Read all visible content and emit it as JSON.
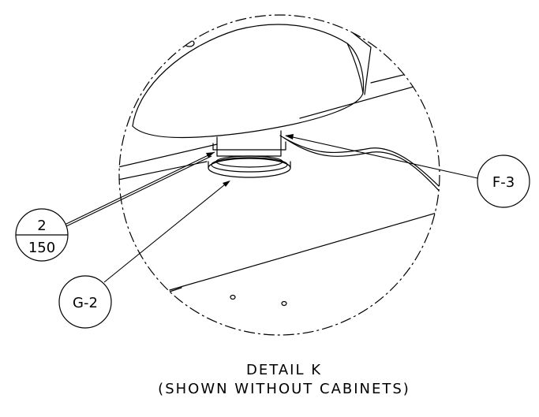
{
  "callouts": {
    "section_top": "2",
    "section_bottom": "150",
    "grid_left": "G-2",
    "grid_right": "F-3"
  },
  "caption": {
    "title": "DETAIL K",
    "subtitle": "(SHOWN WITHOUT CABINETS)"
  }
}
